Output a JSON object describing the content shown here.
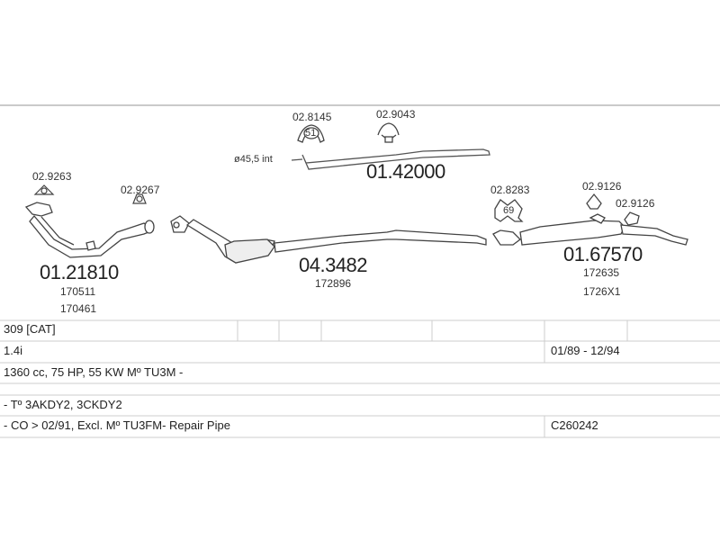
{
  "parts": {
    "clamp_1": "02.8145",
    "clamp_2": "02.9043",
    "tailpipe_code": "01.42000",
    "diameter_note": "ø45,5  int",
    "gasket_1": "02.9263",
    "gasket_2": "02.9267",
    "front_pipe_code": "01.21810",
    "front_pipe_ref_1": "170511",
    "front_pipe_ref_2": "170461",
    "cat_code": "04.3482",
    "cat_ref": "172896",
    "clamp_3": "02.8283",
    "rubber_1": "02.9126",
    "rubber_2": "02.9126",
    "rear_box_code": "01.67570",
    "rear_box_ref_1": "172635",
    "rear_box_ref_2": "1726X1",
    "badge_1": "51",
    "badge_2": "69"
  },
  "table": {
    "model": "309  [CAT]",
    "engine": "1.4i",
    "years": "01/89 - 12/94",
    "spec": "1360 cc, 75 HP, 55 KW  Mº TU3M -",
    "types": "- Tº 3AKDY2, 3CKDY2",
    "note": "- CO > 02/91, Excl. Mº TU3FM- Repair Pipe",
    "ref": "C260242"
  }
}
